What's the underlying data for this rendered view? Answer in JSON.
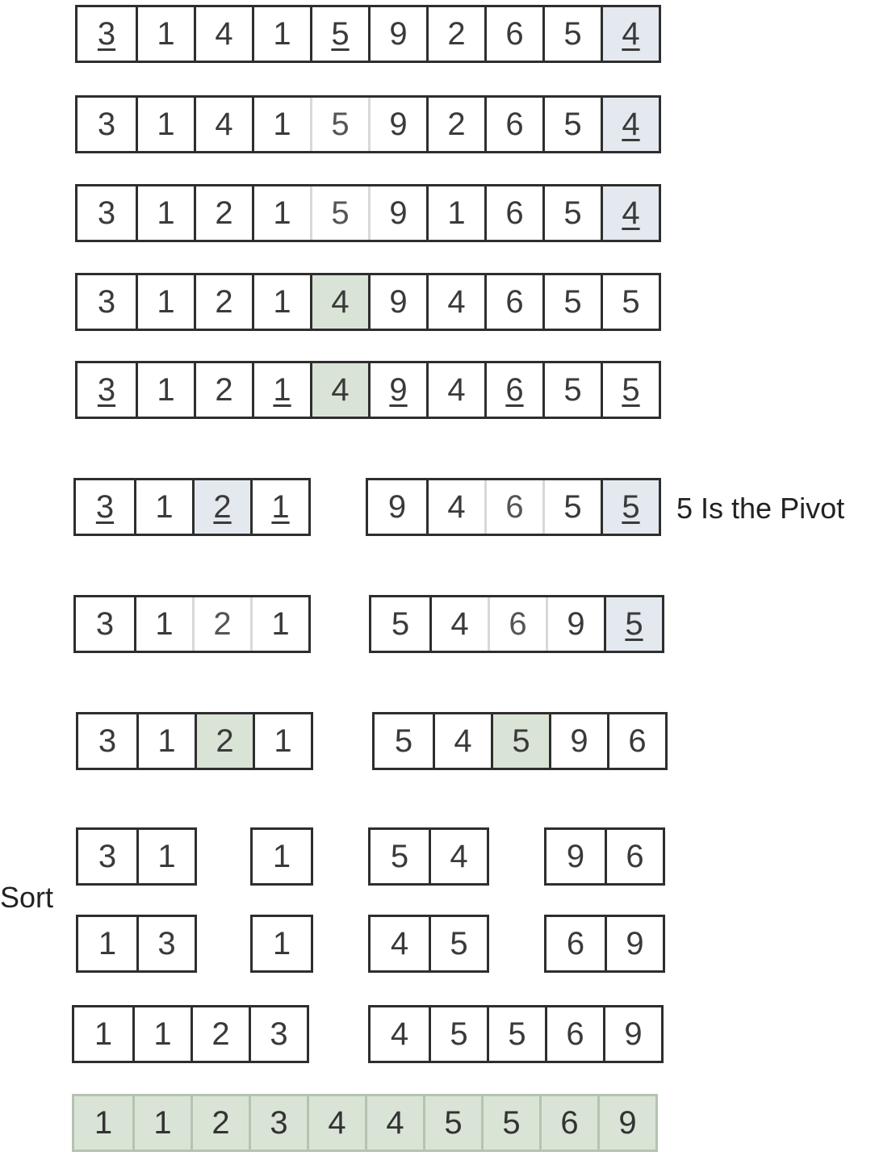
{
  "labels": {
    "pivot_note": "5 Is the Pivot",
    "sort_note": "Sort"
  },
  "colors": {
    "pivot_shade": "#e4e8ef",
    "placed_shade": "#d9e3d6",
    "border": "#2e2e2e"
  },
  "rows": [
    {
      "groups": [
        {
          "cells": [
            {
              "v": "3",
              "u": true
            },
            {
              "v": "1"
            },
            {
              "v": "4"
            },
            {
              "v": "1"
            },
            {
              "v": "5",
              "u": true
            },
            {
              "v": "9"
            },
            {
              "v": "2"
            },
            {
              "v": "6"
            },
            {
              "v": "5"
            },
            {
              "v": "4",
              "u": true,
              "state": "pivot"
            }
          ]
        }
      ]
    },
    {
      "groups": [
        {
          "cells": [
            {
              "v": "3"
            },
            {
              "v": "1"
            },
            {
              "v": "4"
            },
            {
              "v": "1"
            },
            {
              "v": "5",
              "state": "faint"
            },
            {
              "v": "9"
            },
            {
              "v": "2"
            },
            {
              "v": "6"
            },
            {
              "v": "5"
            },
            {
              "v": "4",
              "u": true,
              "state": "pivot"
            }
          ]
        }
      ]
    },
    {
      "groups": [
        {
          "cells": [
            {
              "v": "3"
            },
            {
              "v": "1"
            },
            {
              "v": "2"
            },
            {
              "v": "1"
            },
            {
              "v": "5",
              "state": "faint"
            },
            {
              "v": "9"
            },
            {
              "v": "1"
            },
            {
              "v": "6"
            },
            {
              "v": "5"
            },
            {
              "v": "4",
              "u": true,
              "state": "pivot"
            }
          ]
        }
      ]
    },
    {
      "groups": [
        {
          "cells": [
            {
              "v": "3"
            },
            {
              "v": "1"
            },
            {
              "v": "2"
            },
            {
              "v": "1"
            },
            {
              "v": "4",
              "state": "placed"
            },
            {
              "v": "9"
            },
            {
              "v": "4"
            },
            {
              "v": "6"
            },
            {
              "v": "5"
            },
            {
              "v": "5"
            }
          ]
        }
      ]
    },
    {
      "groups": [
        {
          "cells": [
            {
              "v": "3",
              "u": true
            },
            {
              "v": "1"
            },
            {
              "v": "2"
            },
            {
              "v": "1",
              "u": true
            },
            {
              "v": "4",
              "state": "placed"
            },
            {
              "v": "9",
              "u": true
            },
            {
              "v": "4"
            },
            {
              "v": "6",
              "u": true
            },
            {
              "v": "5"
            },
            {
              "v": "5",
              "u": true
            }
          ]
        }
      ]
    },
    {
      "groups": [
        {
          "cells": [
            {
              "v": "3",
              "u": true
            },
            {
              "v": "1"
            },
            {
              "v": "2",
              "u": true,
              "state": "pivot"
            },
            {
              "v": "1",
              "u": true
            }
          ]
        },
        {
          "cells": [
            {
              "v": "9"
            },
            {
              "v": "4"
            },
            {
              "v": "6",
              "state": "faint"
            },
            {
              "v": "5"
            },
            {
              "v": "5",
              "u": true,
              "state": "pivot"
            }
          ]
        }
      ]
    },
    {
      "groups": [
        {
          "cells": [
            {
              "v": "3"
            },
            {
              "v": "1"
            },
            {
              "v": "2",
              "state": "faint"
            },
            {
              "v": "1"
            }
          ]
        },
        {
          "cells": [
            {
              "v": "5"
            },
            {
              "v": "4"
            },
            {
              "v": "6",
              "state": "faint"
            },
            {
              "v": "9"
            },
            {
              "v": "5",
              "u": true,
              "state": "pivot"
            }
          ]
        }
      ]
    },
    {
      "groups": [
        {
          "cells": [
            {
              "v": "3"
            },
            {
              "v": "1"
            },
            {
              "v": "2",
              "state": "placed"
            },
            {
              "v": "1"
            }
          ]
        },
        {
          "cells": [
            {
              "v": "5"
            },
            {
              "v": "4"
            },
            {
              "v": "5",
              "state": "placed"
            },
            {
              "v": "9"
            },
            {
              "v": "6"
            }
          ]
        }
      ]
    },
    {
      "groups": [
        {
          "cells": [
            {
              "v": "3"
            },
            {
              "v": "1"
            }
          ]
        },
        {
          "cells": [
            {
              "v": "1"
            }
          ]
        },
        {
          "cells": [
            {
              "v": "5"
            },
            {
              "v": "4"
            }
          ]
        },
        {
          "cells": [
            {
              "v": "9"
            },
            {
              "v": "6"
            }
          ]
        }
      ]
    },
    {
      "groups": [
        {
          "cells": [
            {
              "v": "1"
            },
            {
              "v": "3"
            }
          ]
        },
        {
          "cells": [
            {
              "v": "1"
            }
          ]
        },
        {
          "cells": [
            {
              "v": "4"
            },
            {
              "v": "5"
            }
          ]
        },
        {
          "cells": [
            {
              "v": "6"
            },
            {
              "v": "9"
            }
          ]
        }
      ]
    },
    {
      "groups": [
        {
          "cells": [
            {
              "v": "1"
            },
            {
              "v": "1"
            },
            {
              "v": "2"
            },
            {
              "v": "3"
            }
          ]
        },
        {
          "cells": [
            {
              "v": "4"
            },
            {
              "v": "5"
            },
            {
              "v": "5"
            },
            {
              "v": "6"
            },
            {
              "v": "9"
            }
          ]
        }
      ]
    },
    {
      "groups": [
        {
          "sorted": true,
          "cells": [
            {
              "v": "1"
            },
            {
              "v": "1"
            },
            {
              "v": "2"
            },
            {
              "v": "3"
            },
            {
              "v": "4"
            },
            {
              "v": "4"
            },
            {
              "v": "5"
            },
            {
              "v": "5"
            },
            {
              "v": "6"
            },
            {
              "v": "9"
            }
          ]
        }
      ]
    }
  ]
}
